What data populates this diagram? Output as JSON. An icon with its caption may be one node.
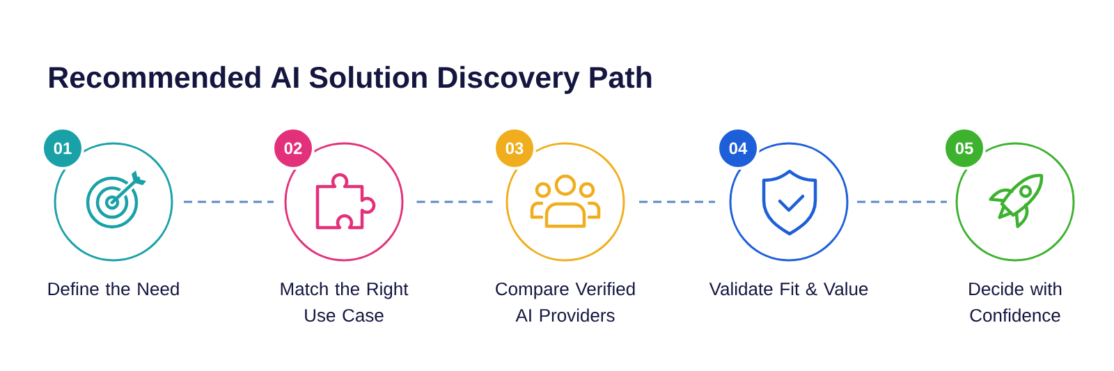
{
  "diagram": {
    "title": "Recommended AI Solution Discovery Path",
    "nodes": [
      {
        "text": [
          "01",
          "Define the Need"
        ]
      },
      {
        "text": [
          "02",
          "Match the Right Use Case"
        ]
      },
      {
        "text": [
          "03",
          "Compare Verified AI Providers"
        ]
      },
      {
        "text": [
          "04",
          "Validate Fit & Value"
        ]
      },
      {
        "text": [
          "05",
          "Decide with Confidence"
        ]
      }
    ],
    "edges": [
      {
        "from": 0,
        "to": 1,
        "arrow": "none",
        "style": "dashed"
      },
      {
        "from": 1,
        "to": 2,
        "arrow": "none",
        "style": "dashed"
      },
      {
        "from": 2,
        "to": 3,
        "arrow": "none",
        "style": "dashed"
      },
      {
        "from": 3,
        "to": 4,
        "arrow": "none",
        "style": "dashed"
      }
    ]
  }
}
